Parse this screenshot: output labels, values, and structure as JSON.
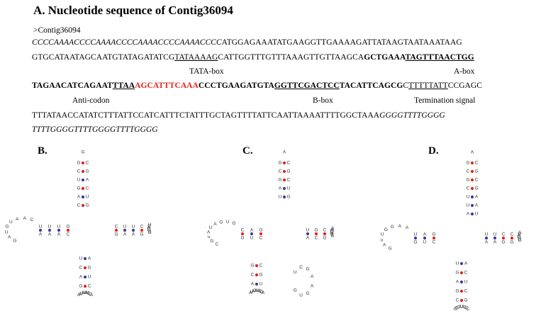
{
  "title": "A.  Nucleotide sequence of Contig36094",
  "contig_name": ">Contig36094",
  "line1": {
    "italic": "CCCCAAAACCCCAAAACCCCAAAACCCCAAAACCCC",
    "plain": "ATGGAGAAATATGAAGGTTGAAAAGATTATAAGTAATAAATAAG"
  },
  "line2": {
    "plain1": "GTGCATAATAGCAATGTATAGATATCG",
    "tata": "TATAAAAG",
    "plain2": "CATTGGTTTGTTTAAAGTTGTTAAGCA",
    "bold1": "GCTGAAA",
    "abox": "TAGTTTAACTGG"
  },
  "line3": {
    "bold1": "TAGAACATCAGAAT",
    "anti_u": "TTAA",
    "anti_red": "AGCATTTCAAA",
    "bold2": "CCCTGAAGATGTA",
    "bbox": "GGTTCGACTCC",
    "bold3": "TACATTCAGCG",
    "plain1": "C",
    "term": "TTTTTATT",
    "plain2": "CCGAGC"
  },
  "line4": {
    "plain": "TTTATAACCATATCTTTATTCCATCATTTCTATTTGCTAGTTTTATTCAATTAAAATTTTGGCTAAA",
    "italic": "GGGGTTTTGGGG"
  },
  "line5": {
    "italic": "TTTTGGGGTTTTGGGGTTTTGGGG"
  },
  "labels": {
    "tata_box": "TATA-box",
    "a_box": "A-box",
    "anti_codon": "Anti-codon",
    "b_box": "B-box",
    "termination": "Termination signal"
  },
  "panels": {
    "b": "B.",
    "c": "C.",
    "d": "D."
  },
  "colors": {
    "anticodon": "#e8211d",
    "pair_gc": "#e8211d",
    "pair_au": "#3b3b9e"
  },
  "structures": {
    "B": {
      "top_loop": "G",
      "stem_top": [
        [
          "G",
          "C"
        ],
        [
          "C",
          "G"
        ],
        [
          "U",
          "A"
        ],
        [
          "G",
          "C"
        ],
        [
          "A",
          "U"
        ],
        [
          "C",
          "G"
        ]
      ],
      "left_loop": [
        "C",
        "A",
        "A",
        "U",
        "G",
        "U",
        "A",
        "G"
      ],
      "left_stem": [
        [
          "U",
          "A"
        ],
        [
          "U",
          "A"
        ],
        [
          "U",
          "A"
        ],
        [
          "G",
          "C"
        ]
      ],
      "right_stem": [
        [
          "C",
          "G"
        ],
        [
          "U",
          "A"
        ],
        [
          "U",
          "A"
        ],
        [
          "C",
          "G"
        ]
      ],
      "right_loop": [
        "U",
        "C",
        "A",
        "G",
        "U",
        "U",
        "G"
      ],
      "bottom_stem": [
        [
          "U",
          "A"
        ],
        [
          "C",
          "G"
        ],
        [
          "A",
          "U"
        ],
        [
          "G",
          "C"
        ]
      ],
      "bottom_loop": [
        "A",
        "C",
        "C",
        "U",
        "U",
        "U",
        "A",
        "U",
        "A",
        "A"
      ]
    },
    "C": {
      "top_loop": "A",
      "stem_top": [
        [
          "G",
          "C"
        ],
        [
          "C",
          "G"
        ],
        [
          "G",
          "C"
        ],
        [
          "A",
          "U"
        ],
        [
          "U",
          "G"
        ]
      ],
      "left_loop": [
        "G",
        "U",
        "G",
        "A",
        "U",
        "A",
        "u",
        "G",
        "C"
      ],
      "left_stem": [
        [
          "C",
          "G"
        ],
        [
          "A",
          "U"
        ],
        [
          "G",
          "C"
        ]
      ],
      "right_stem": [
        [
          "U",
          "A"
        ],
        [
          "G",
          "C"
        ],
        [
          "C",
          "G"
        ]
      ],
      "right_loop": [
        "A",
        "A",
        "G",
        "C",
        "U",
        "U",
        "C",
        "A"
      ],
      "bottom_stem": [
        [
          "G",
          "C"
        ],
        [
          "C",
          "G"
        ],
        [
          "A",
          "U"
        ]
      ],
      "bottom_loop": [
        "A",
        "G",
        "C",
        "U",
        "U",
        "A",
        "G",
        "A",
        "U",
        "A"
      ],
      "extra": [
        "U",
        "C",
        "G",
        "A",
        "A",
        "G",
        "U",
        "G"
      ]
    },
    "D": {
      "top_loop": "A",
      "stem_top": [
        [
          "G",
          "C"
        ],
        [
          "C",
          "G"
        ],
        [
          "G",
          "C"
        ],
        [
          "C",
          "G"
        ],
        [
          "U",
          "A"
        ],
        [
          "U",
          "A"
        ],
        [
          "A",
          "U"
        ]
      ],
      "left_loop": [
        "A",
        "A",
        "G",
        "G",
        "U",
        "u",
        "A",
        "G"
      ],
      "left_stem": [
        [
          "U",
          "G"
        ],
        [
          "A",
          "U"
        ],
        [
          "G",
          "C"
        ]
      ],
      "right_stem": [
        [
          "U",
          "A"
        ],
        [
          "U",
          "A"
        ],
        [
          "C",
          "G"
        ],
        [
          "C",
          "G"
        ]
      ],
      "right_loop": [
        "A",
        "U",
        "A",
        "G",
        "U",
        "U",
        "G"
      ],
      "bottom_stem": [
        [
          "U",
          "A"
        ],
        [
          "G",
          "C"
        ],
        [
          "A",
          "U"
        ],
        [
          "G",
          "C"
        ],
        [
          "C",
          "G"
        ]
      ],
      "bottom_loop": [
        "C",
        "C",
        "C",
        "A",
        "U",
        "A",
        "C",
        "C",
        "G"
      ]
    }
  }
}
